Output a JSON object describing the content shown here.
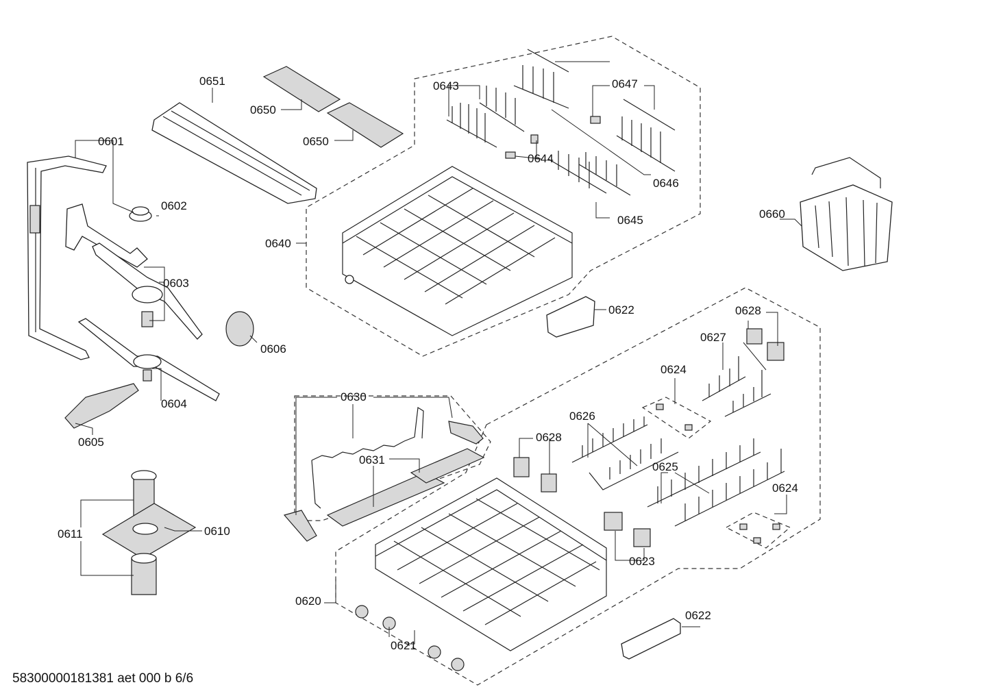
{
  "document_id": "58300000181381 aet 000 b 6/6",
  "labels": {
    "p0601": "0601",
    "p0602": "0602",
    "p0603": "0603",
    "p0604": "0604",
    "p0605": "0605",
    "p0606": "0606",
    "p0610": "0610",
    "p0611": "0611",
    "p0620": "0620",
    "p0621": "0621",
    "p0622_top": "0622",
    "p0622_bottom": "0622",
    "p0623": "0623",
    "p0624_top": "0624",
    "p0624_bottom": "0624",
    "p0625": "0625",
    "p0626": "0626",
    "p0627": "0627",
    "p0628_top": "0628",
    "p0628_mid": "0628",
    "p0630": "0630",
    "p0631": "0631",
    "p0640": "0640",
    "p0643": "0643",
    "p0644": "0644",
    "p0645": "0645",
    "p0646": "0646",
    "p0647": "0647",
    "p0650_a": "0650",
    "p0650_b": "0650",
    "p0651": "0651",
    "p0660": "0660"
  }
}
